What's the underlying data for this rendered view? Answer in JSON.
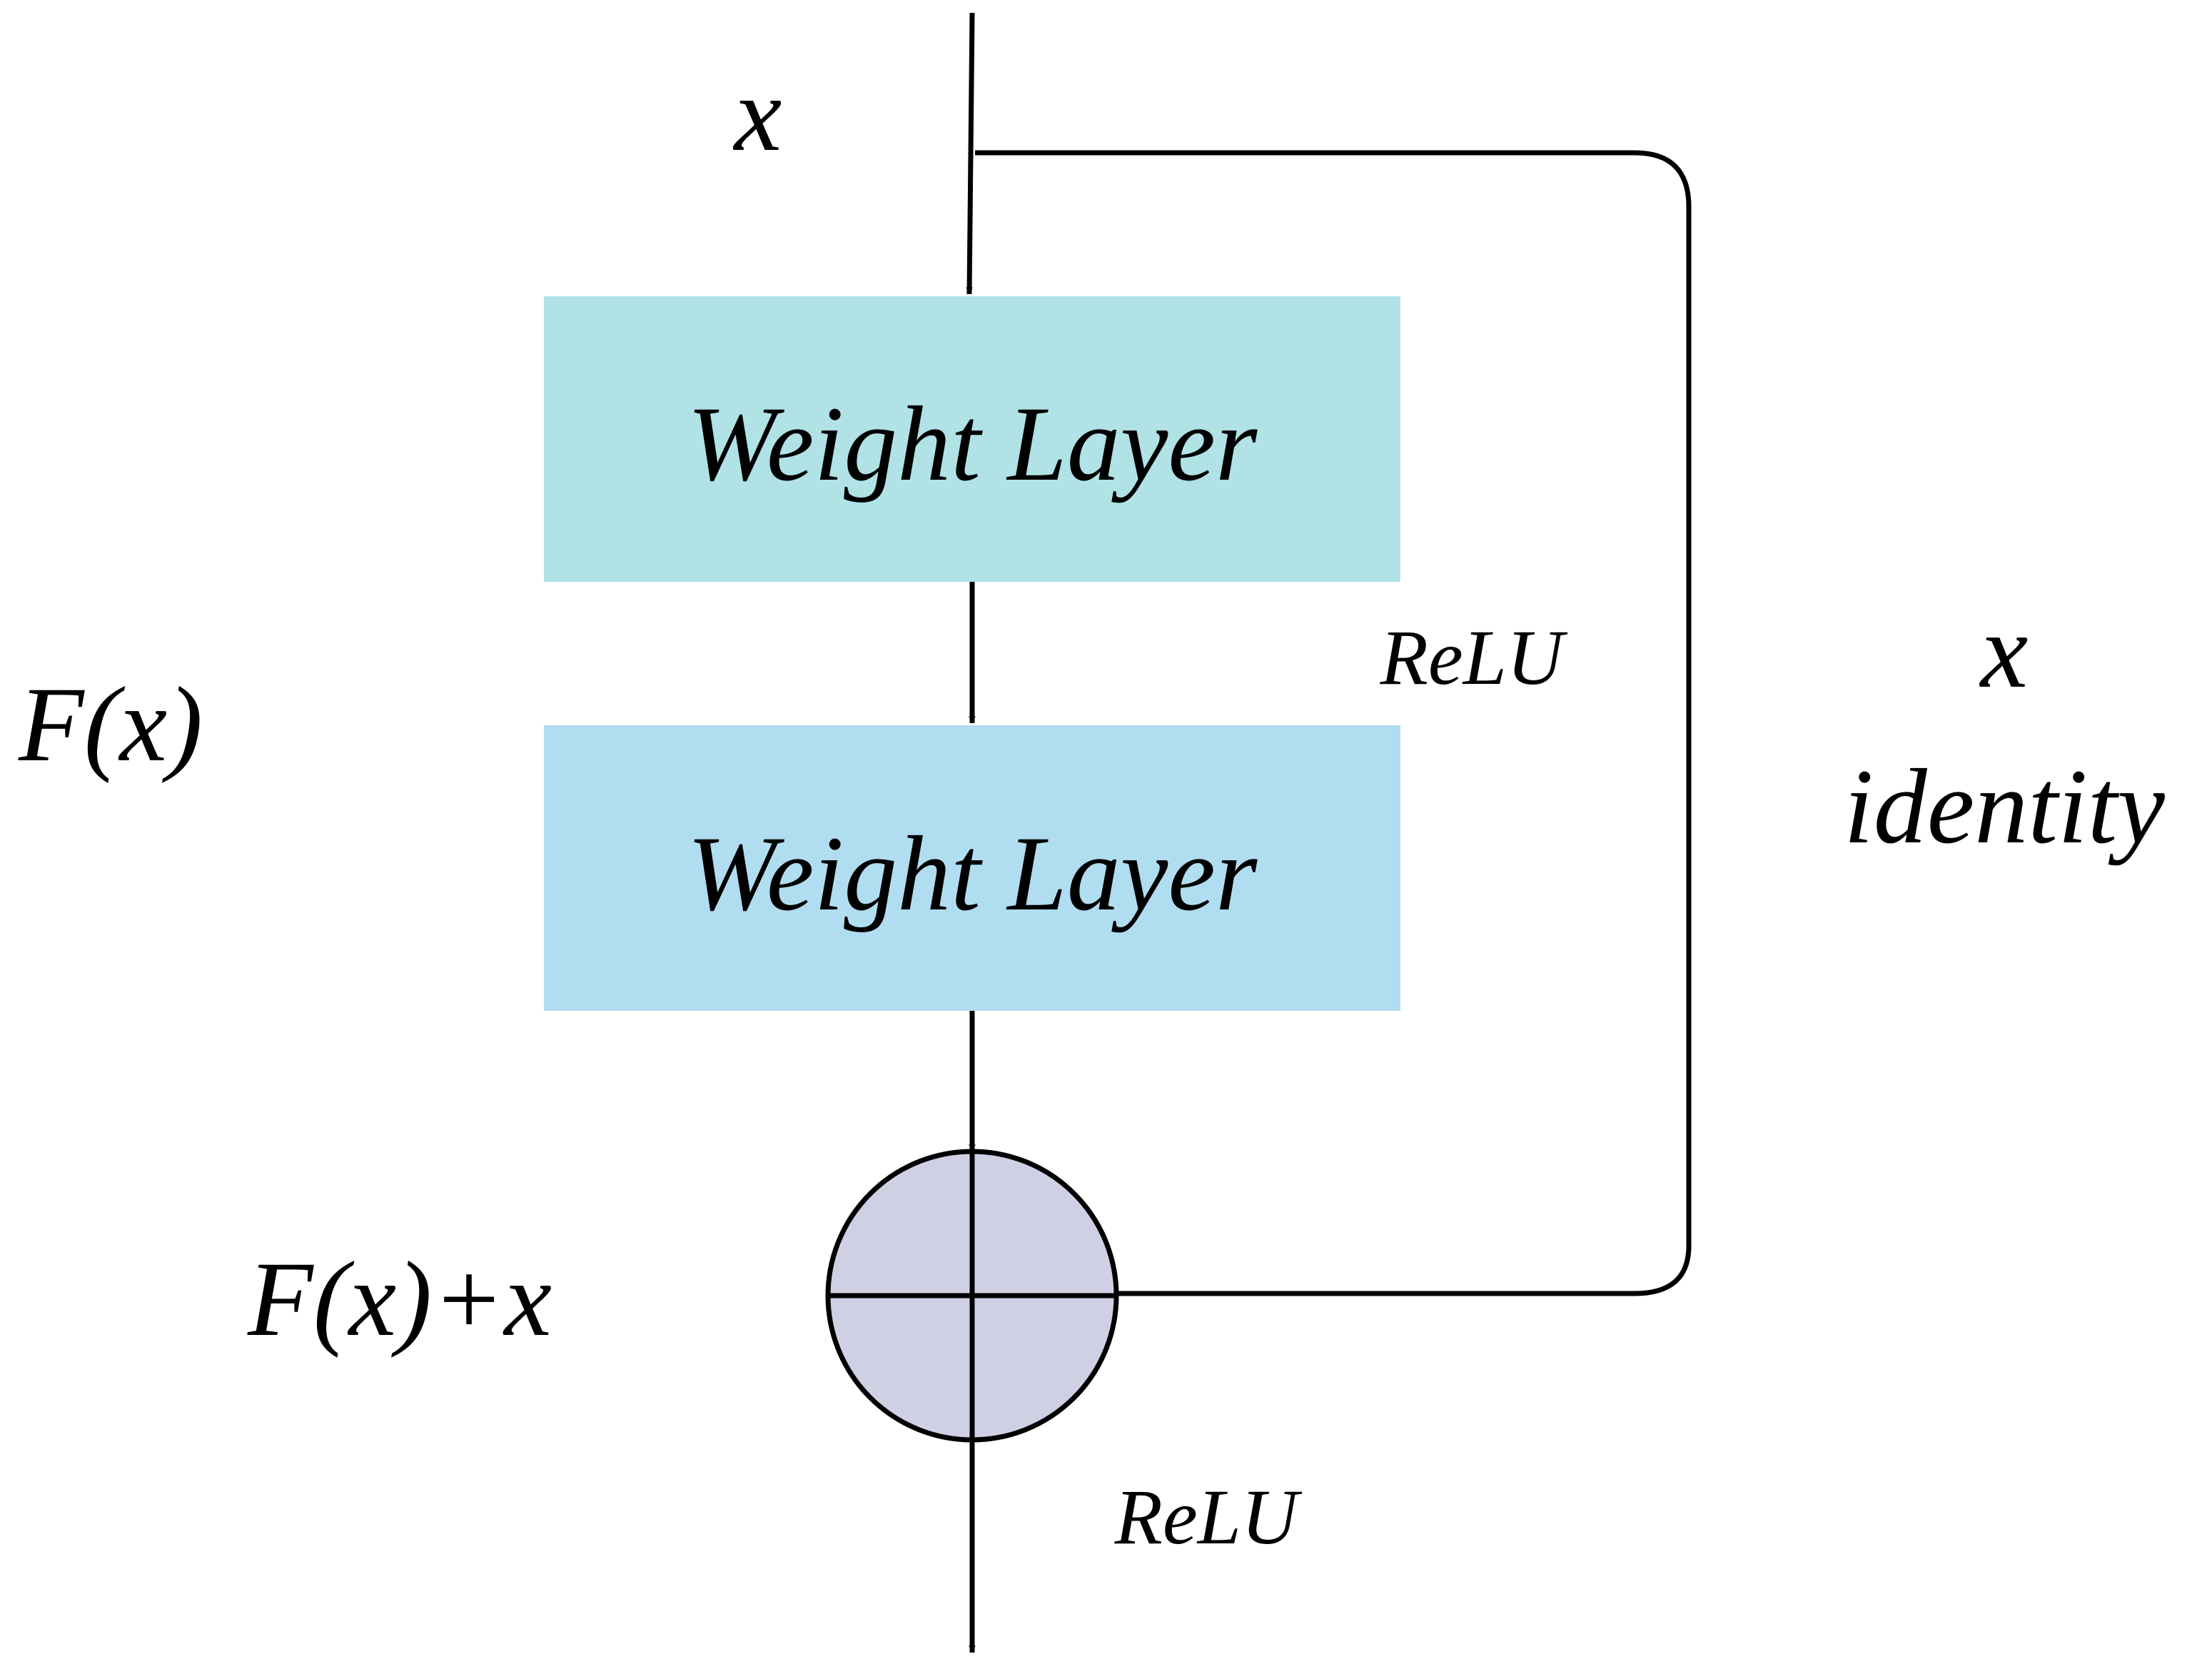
{
  "diagram": {
    "colors": {
      "stroke": "#000000",
      "layer1_fill": "#b0e2e6",
      "layer2_fill": "#b1ddf1",
      "sum_fill": "#d0d0e5"
    },
    "input_label": "x",
    "layer1_label": "Weight Layer",
    "layer2_label": "Weight Layer",
    "relu_mid_label": "ReLU",
    "residual_label": "F(x)",
    "sum_label": "F(x)+x",
    "sum_node_icon": "plus-circle-icon",
    "relu_out_label": "ReLU",
    "shortcut_x_label": "x",
    "shortcut_identity_label": "identity"
  }
}
